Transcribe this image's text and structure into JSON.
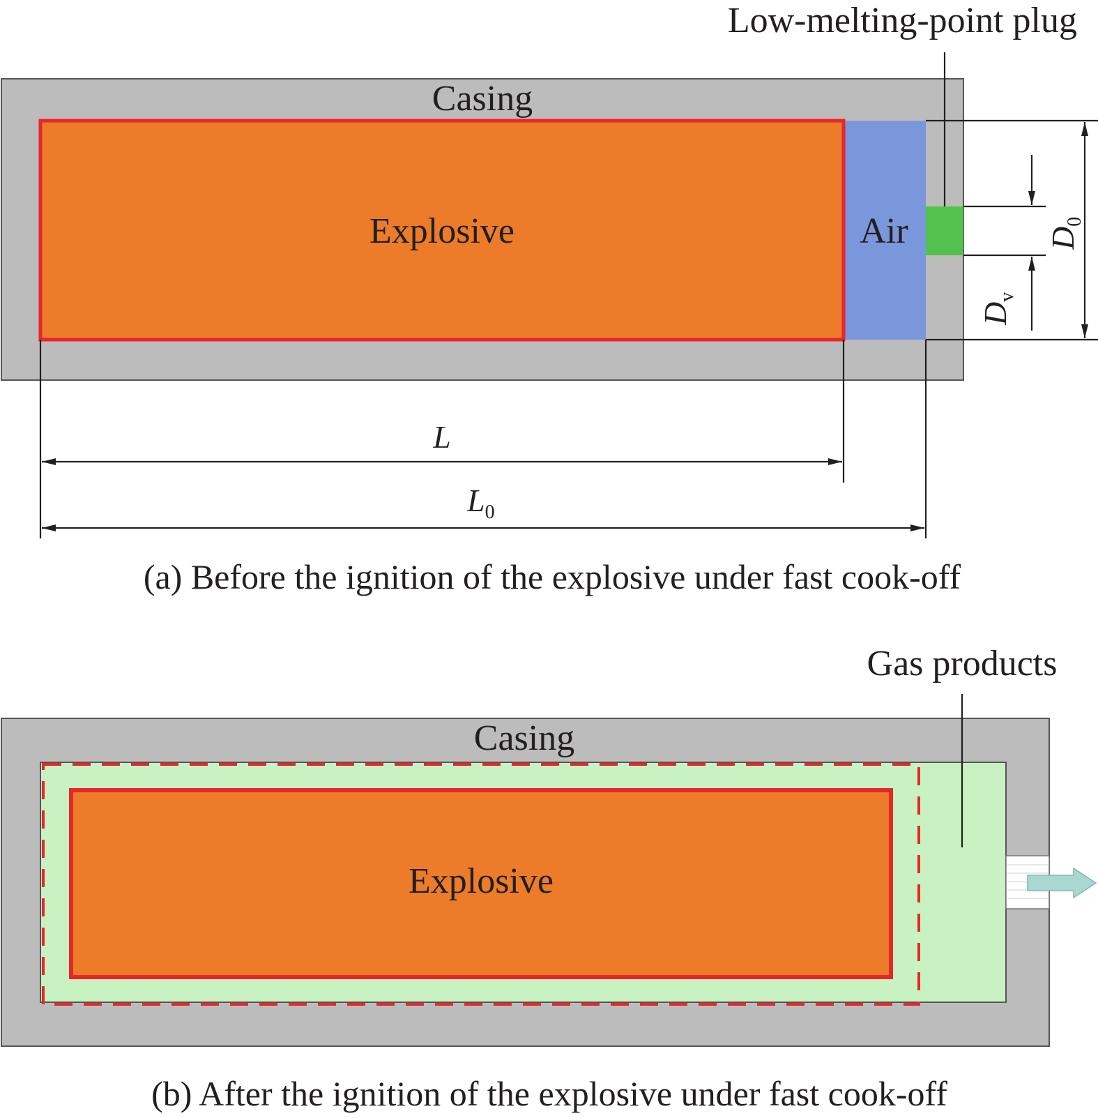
{
  "panel_a": {
    "casing_label": "Casing",
    "explosive_label": "Explosive",
    "air_label": "Air",
    "plug_label": "Low-melting-point plug",
    "dim_L": "L",
    "dim_L0": "L",
    "dim_L0_sub": "0",
    "dim_D0": "D",
    "dim_D0_sub": "0",
    "dim_Dv": "D",
    "dim_Dv_sub": "v",
    "caption": "(a) Before the ignition of the explosive under fast cook-off"
  },
  "panel_b": {
    "casing_label": "Casing",
    "explosive_label": "Explosive",
    "gas_label": "Gas products",
    "caption": "(b) After the ignition of the explosive under fast cook-off"
  },
  "colors": {
    "casing": "#bcbcbc",
    "explosive": "#ec7c2a",
    "explosive_border": "#e8262a",
    "air": "#7b97dc",
    "plug": "#52c14d",
    "gas": "#c9f2c3",
    "vent_arrow": "#a8d8d0"
  }
}
